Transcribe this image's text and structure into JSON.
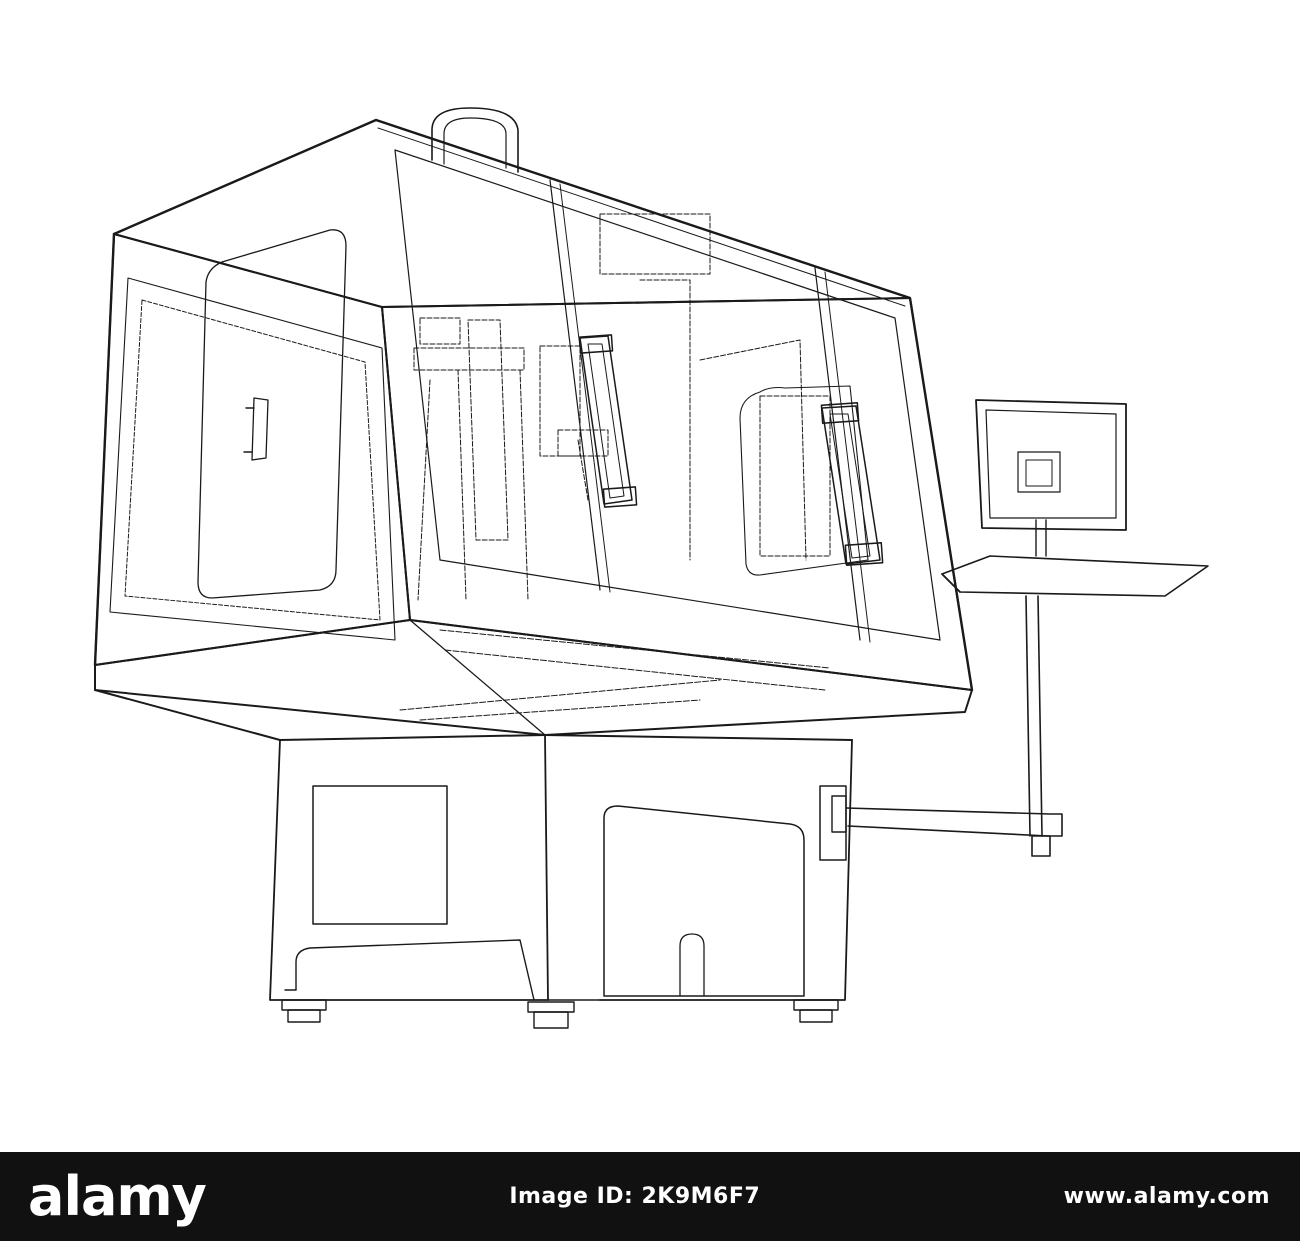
{
  "image": {
    "subject": "wireframe-cnc-machine-with-monitor-stand",
    "line_color": "#1a1a1a",
    "background_color": "#ffffff"
  },
  "footer": {
    "background_color": "#111111",
    "text_color": "#ffffff",
    "brand": "alamy",
    "image_id": "Image ID: 2K9M6F7",
    "site": "www.alamy.com"
  }
}
